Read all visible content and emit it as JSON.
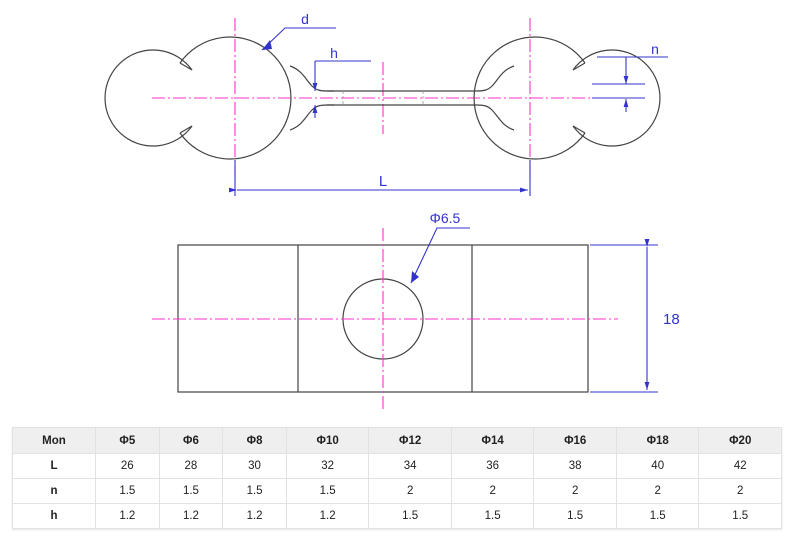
{
  "drawing": {
    "title_labels": {
      "d": "d",
      "h": "h",
      "n": "n",
      "L": "L",
      "hole_diameter": "Φ6.5",
      "height": "18"
    },
    "colors": {
      "outline": "#444444",
      "centerline": "#ff33cc",
      "dimension": "#3333cc",
      "axis_magenta": "#cc33aa"
    }
  },
  "table": {
    "headers": [
      "Mon",
      "Φ5",
      "Φ6",
      "Φ8",
      "Φ10",
      "Φ12",
      "Φ14",
      "Φ16",
      "Φ18",
      "Φ20"
    ],
    "rows": [
      {
        "label": "L",
        "values": [
          "26",
          "28",
          "30",
          "32",
          "34",
          "36",
          "38",
          "40",
          "42"
        ]
      },
      {
        "label": "n",
        "values": [
          "1.5",
          "1.5",
          "1.5",
          "1.5",
          "2",
          "2",
          "2",
          "2",
          "2"
        ]
      },
      {
        "label": "h",
        "values": [
          "1.2",
          "1.2",
          "1.2",
          "1.2",
          "1.5",
          "1.5",
          "1.5",
          "1.5",
          "1.5"
        ]
      }
    ]
  },
  "chart_data": {
    "type": "table",
    "title": "Double ring clip dimension table",
    "categories": [
      "Φ5",
      "Φ6",
      "Φ8",
      "Φ10",
      "Φ12",
      "Φ14",
      "Φ16",
      "Φ18",
      "Φ20"
    ],
    "series": [
      {
        "name": "L",
        "values": [
          26,
          28,
          30,
          32,
          34,
          36,
          38,
          40,
          42
        ]
      },
      {
        "name": "n",
        "values": [
          1.5,
          1.5,
          1.5,
          1.5,
          2,
          2,
          2,
          2,
          2
        ]
      },
      {
        "name": "h",
        "values": [
          1.2,
          1.2,
          1.2,
          1.2,
          1.5,
          1.5,
          1.5,
          1.5,
          1.5
        ]
      }
    ],
    "xlabel": "Mon",
    "ylabel": "",
    "annotations": [
      "Φ6.5",
      "18",
      "d",
      "h",
      "n",
      "L"
    ]
  }
}
